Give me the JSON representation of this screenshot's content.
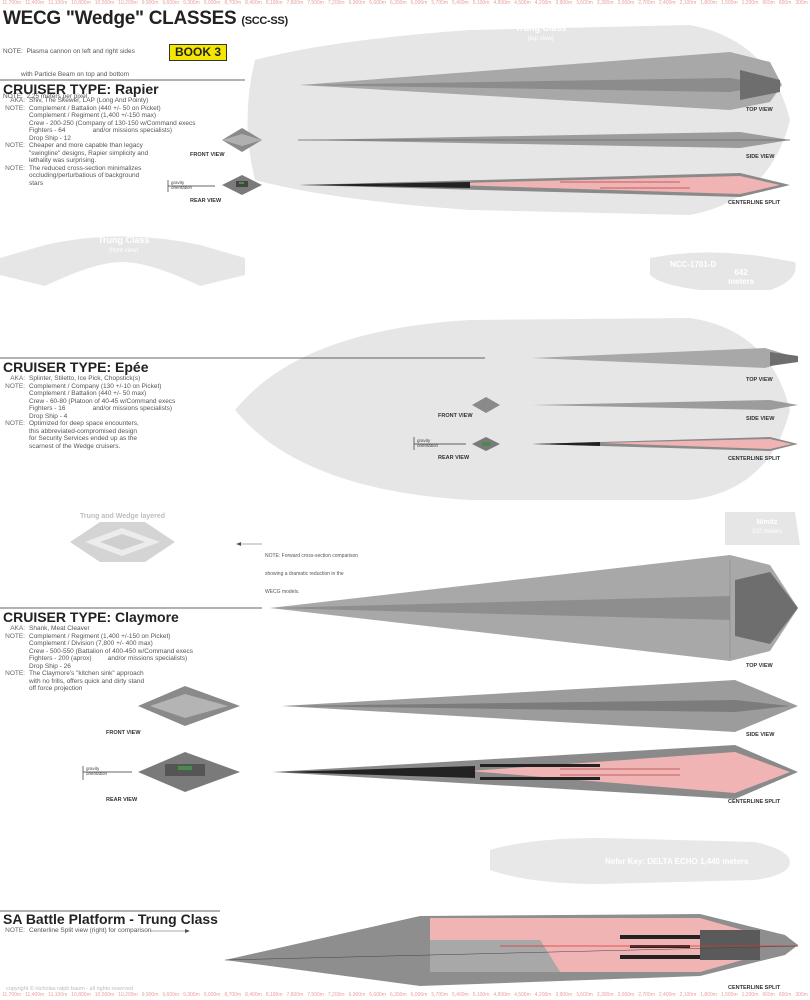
{
  "header": {
    "title": "WECG \"Wedge\" CLASSES",
    "title_suffix": "(SCC-SS)",
    "notes": [
      "NOTE:  Plasma cannon on left and right sides",
      "          with Particle Beam on top and bottom",
      "NOTE:  2.25 meters per pixel"
    ],
    "badge": "BOOK 3"
  },
  "ruler": {
    "marks": [
      "11,700m",
      "11,400m",
      "11,100m",
      "10,800m",
      "10,500m",
      "10,200m",
      "9,900m",
      "9,600m",
      "9,300m",
      "9,000m",
      "8,700m",
      "8,400m",
      "8,100m",
      "7,800m",
      "7,500m",
      "7,200m",
      "6,900m",
      "6,600m",
      "6,300m",
      "6,000m",
      "5,700m",
      "5,400m",
      "5,100m",
      "4,800m",
      "4,500m",
      "4,200m",
      "3,900m",
      "3,600m",
      "3,300m",
      "3,000m",
      "2,700m",
      "2,400m",
      "2,100m",
      "1,800m",
      "1,500m",
      "1,200m",
      "900m",
      "600m",
      "300m"
    ]
  },
  "view_labels": {
    "top": "TOP VIEW",
    "side": "SIDE VIEW",
    "centerline": "CENTERLINE SPLIT",
    "front": "FRONT VIEW",
    "rear": "REAR VIEW",
    "gravity_1": "gravity",
    "gravity_2": "orientation"
  },
  "background_labels": {
    "trung_top_1": "Trung Class",
    "trung_top_2": "(top view)",
    "trung_front_1": "Trung Class",
    "trung_front_2": "(front view)",
    "ncc_1": "NCC-1701-D",
    "ncc_2": "642",
    "ncc_3": "meters",
    "layered": "Trung and Wedge layered",
    "nimitz_1": "Nimitz",
    "nimitz_2": "332 meters",
    "nefer": "Nefer Key: DELTA ECHO   1,440 meters"
  },
  "layered_note": [
    "NOTE: Forward cross-section comparison",
    "showing a dramatic reduction in the",
    "WECG models."
  ],
  "sections": {
    "rapier": {
      "title": "CRUISER TYPE:  Rapier",
      "specs": [
        {
          "k": "AKA:",
          "v": "Shiv, The Skewer, LAP (Long And Pointy)"
        },
        {
          "k": "NOTE:",
          "v": "Complement / Battalion (440 +/- 50 on Picket)"
        },
        {
          "k": "",
          "v": "Complement / Regiment (1,400 +/-150 max)"
        },
        {
          "k": "",
          "v": "Crew - 200-250 (Company of 130-150 w/Command execs"
        },
        {
          "k": "",
          "v": "Fighters - 64               and/or missions specialists)"
        },
        {
          "k": "",
          "v": "Drop Ship - 12"
        },
        {
          "k": "NOTE:",
          "v": "Cheaper and more capable than legacy"
        },
        {
          "k": "",
          "v": "\"swingline\" designs, Rapier simplicity and"
        },
        {
          "k": "",
          "v": "lethality was surprising."
        },
        {
          "k": "NOTE:",
          "v": "The reduced cross-section minimalizes"
        },
        {
          "k": "",
          "v": "occluding/perturbatious of background"
        },
        {
          "k": "",
          "v": "stars"
        }
      ]
    },
    "epee": {
      "title": "CRUISER TYPE:  Epée",
      "specs": [
        {
          "k": "AKA:",
          "v": "Splinter, Stiletto, Ice Pick, Chopstick(s)"
        },
        {
          "k": "NOTE:",
          "v": "Complement / Company (130 +/-10 on Picket)"
        },
        {
          "k": "",
          "v": "Complement / Battalion (440 +/- 50 max)"
        },
        {
          "k": "",
          "v": "Crew - 60-80 (Platoon of 40-45 w/Command execs"
        },
        {
          "k": "",
          "v": "Fighters - 16               and/or missions specialists)"
        },
        {
          "k": "",
          "v": "Drop Ship - 4"
        },
        {
          "k": "NOTE:",
          "v": "Optimized for deep space encounters,"
        },
        {
          "k": "",
          "v": "this abbreviated-compromised design"
        },
        {
          "k": "",
          "v": "for Security Services ended up as the"
        },
        {
          "k": "",
          "v": "scarnest of the Wedge cruisers."
        }
      ]
    },
    "claymore": {
      "title": "CRUISER TYPE:  Claymore",
      "specs": [
        {
          "k": "AKA:",
          "v": "Shank, Meat Cleaver"
        },
        {
          "k": "NOTE:",
          "v": "Complement / Regiment (1,400 +/-150 on Picket)"
        },
        {
          "k": "",
          "v": "Complement / Division (7,800 +/- 400 max)"
        },
        {
          "k": "",
          "v": "Crew - 500-550 (Battalion of 400-450 w/Command execs"
        },
        {
          "k": "",
          "v": "Fighters - 200 (aprox)         and/or missions specialists)"
        },
        {
          "k": "",
          "v": "Drop Ship - 26"
        },
        {
          "k": "NOTE:",
          "v": "The Claymore's \"kitchen sink\" approach"
        },
        {
          "k": "",
          "v": "with no frills, offers quick and dirty stand"
        },
        {
          "k": "",
          "v": "off force projection"
        }
      ]
    },
    "trung": {
      "title": "SA Battle Platform - Trung Class",
      "specs": [
        {
          "k": "NOTE:",
          "v": "Centerline Split view (right) for comparison"
        }
      ]
    }
  },
  "copyright": "copyright © nicholas ralph baum - all rights reserved",
  "colors": {
    "ghost": "#e6e6e6",
    "hull": "#a8a8a8",
    "hull_dark": "#6e6e6e",
    "interior": "#f0b4b4",
    "interior_dark": "#d88a8a",
    "badge": "#f5e600"
  }
}
